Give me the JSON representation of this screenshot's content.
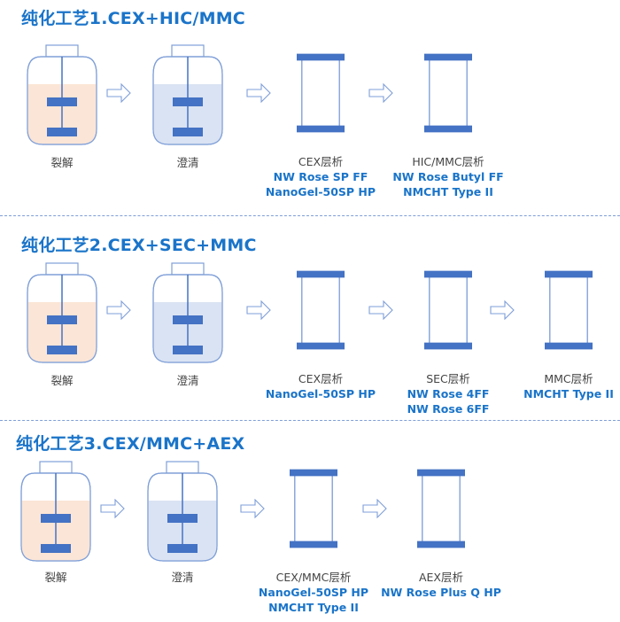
{
  "colors": {
    "title": "#1a74c9",
    "product_text": "#1a74c9",
    "label_text": "#444444",
    "vessel_outline": "#7f9fd8",
    "impeller": "#4472c4",
    "lysis_liquid": "#fbe5d6",
    "clarified_liquid": "#dae3f3",
    "divider": "#7f9fd8"
  },
  "processes": [
    {
      "title": "纯化工艺1.CEX+HIC/MMC",
      "stages": [
        {
          "type": "vessel",
          "liquid": "lysis",
          "label": "裂解",
          "products": []
        },
        {
          "type": "vessel",
          "liquid": "clarified",
          "label": "澄清",
          "products": []
        },
        {
          "type": "column",
          "label": "CEX层析",
          "products": [
            "NW Rose SP FF",
            "NanoGel-50SP HP"
          ]
        },
        {
          "type": "column",
          "label": "HIC/MMC层析",
          "products": [
            "NW Rose Butyl FF",
            "NMCHT Type II"
          ]
        }
      ]
    },
    {
      "title": "纯化工艺2.CEX+SEC+MMC",
      "stages": [
        {
          "type": "vessel",
          "liquid": "lysis",
          "label": "裂解",
          "products": []
        },
        {
          "type": "vessel",
          "liquid": "clarified",
          "label": "澄清",
          "products": []
        },
        {
          "type": "column",
          "label": "CEX层析",
          "products": [
            "NanoGel-50SP HP"
          ]
        },
        {
          "type": "column",
          "label": "SEC层析",
          "products": [
            "NW Rose 4FF",
            "NW Rose 6FF"
          ]
        },
        {
          "type": "column",
          "label": "MMC层析",
          "products": [
            "NMCHT Type II"
          ]
        }
      ]
    },
    {
      "title": "纯化工艺3.CEX/MMC+AEX",
      "stages": [
        {
          "type": "vessel",
          "liquid": "lysis",
          "label": "裂解",
          "products": []
        },
        {
          "type": "vessel",
          "liquid": "clarified",
          "label": "澄清",
          "products": []
        },
        {
          "type": "column",
          "label": "CEX/MMC层析",
          "products": [
            "NanoGel-50SP HP",
            "NMCHT Type II"
          ]
        },
        {
          "type": "column",
          "label": "AEX层析",
          "products": [
            "NW Rose Plus Q HP"
          ]
        }
      ]
    }
  ]
}
